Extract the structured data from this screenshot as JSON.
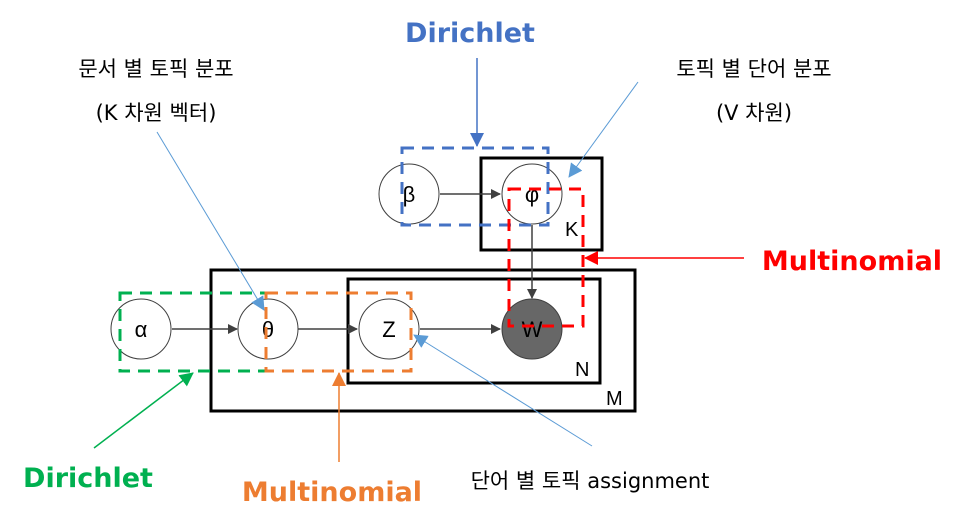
{
  "annotations": {
    "doc_topic_dist": {
      "line1": "문서 별 토픽 분포",
      "line2": "(K 차원 벡터)"
    },
    "topic_word_dist": {
      "line1": "토픽 별 단어 분포",
      "line2": "(V 차원)"
    },
    "word_topic_assignment": "단어 별 토픽 assignment"
  },
  "distributions": {
    "dirichlet_top": {
      "label": "Dirichlet",
      "color": "#4472C4"
    },
    "multinomial_right": {
      "label": "Multinomial",
      "color": "#FF0000"
    },
    "dirichlet_bottom": {
      "label": "Dirichlet",
      "color": "#00B050"
    },
    "multinomial_bottom": {
      "label": "Multinomial",
      "color": "#ED7D31"
    }
  },
  "nodes": {
    "alpha": "α",
    "theta": "θ",
    "z": "Z",
    "w": "W",
    "beta": "β",
    "phi": "φ"
  },
  "plates": {
    "k": "K",
    "n": "N",
    "m": "M"
  },
  "colors": {
    "observed_node_fill": "#676767",
    "pointer_blue": "#5B9BD5"
  }
}
